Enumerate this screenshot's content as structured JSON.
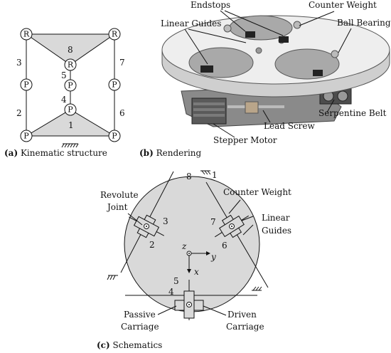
{
  "kinematic": {
    "caption_letter": "(a)",
    "caption_text": "Kinematic structure",
    "nodes": {
      "top_left": "R",
      "top_right": "R",
      "mid_r": "R",
      "left_p": "P",
      "right_p": "P",
      "center_p_upper": "P",
      "center_p_lower": "P",
      "bottom_left": "P",
      "bottom_right": "P"
    },
    "link_labels": {
      "l1": "1",
      "l2": "2",
      "l3": "3",
      "l4": "4",
      "l5": "5",
      "l6": "6",
      "l7": "7",
      "l8": "8"
    }
  },
  "rendering": {
    "caption_letter": "(b)",
    "caption_text": "Rendering",
    "labels": {
      "endstops": "Endstops",
      "counter_weight": "Counter Weight",
      "linear_guides": "Linear Guides",
      "ball_bearing": "Ball Bearing",
      "serpentine_belt": "Serpentine Belt",
      "lead_screw": "Lead Screw",
      "stepper_motor": "Stepper Motor"
    }
  },
  "schematics": {
    "caption_letter": "(c)",
    "caption_text": "Schematics",
    "labels": {
      "revolute_joint_1": "Revolute",
      "revolute_joint_2": "Joint",
      "counter_weight": "Counter Weight",
      "linear_guides_1": "Linear",
      "linear_guides_2": "Guides",
      "passive_carriage_1": "Passive",
      "passive_carriage_2": "Carriage",
      "driven_carriage_1": "Driven",
      "driven_carriage_2": "Carriage",
      "axis_z": "z",
      "axis_y": "y",
      "axis_x": "x"
    },
    "numbers": {
      "n1": "1",
      "n2": "2",
      "n3": "3",
      "n4": "4",
      "n5": "5",
      "n6": "6",
      "n7": "7",
      "n8": "8"
    }
  }
}
